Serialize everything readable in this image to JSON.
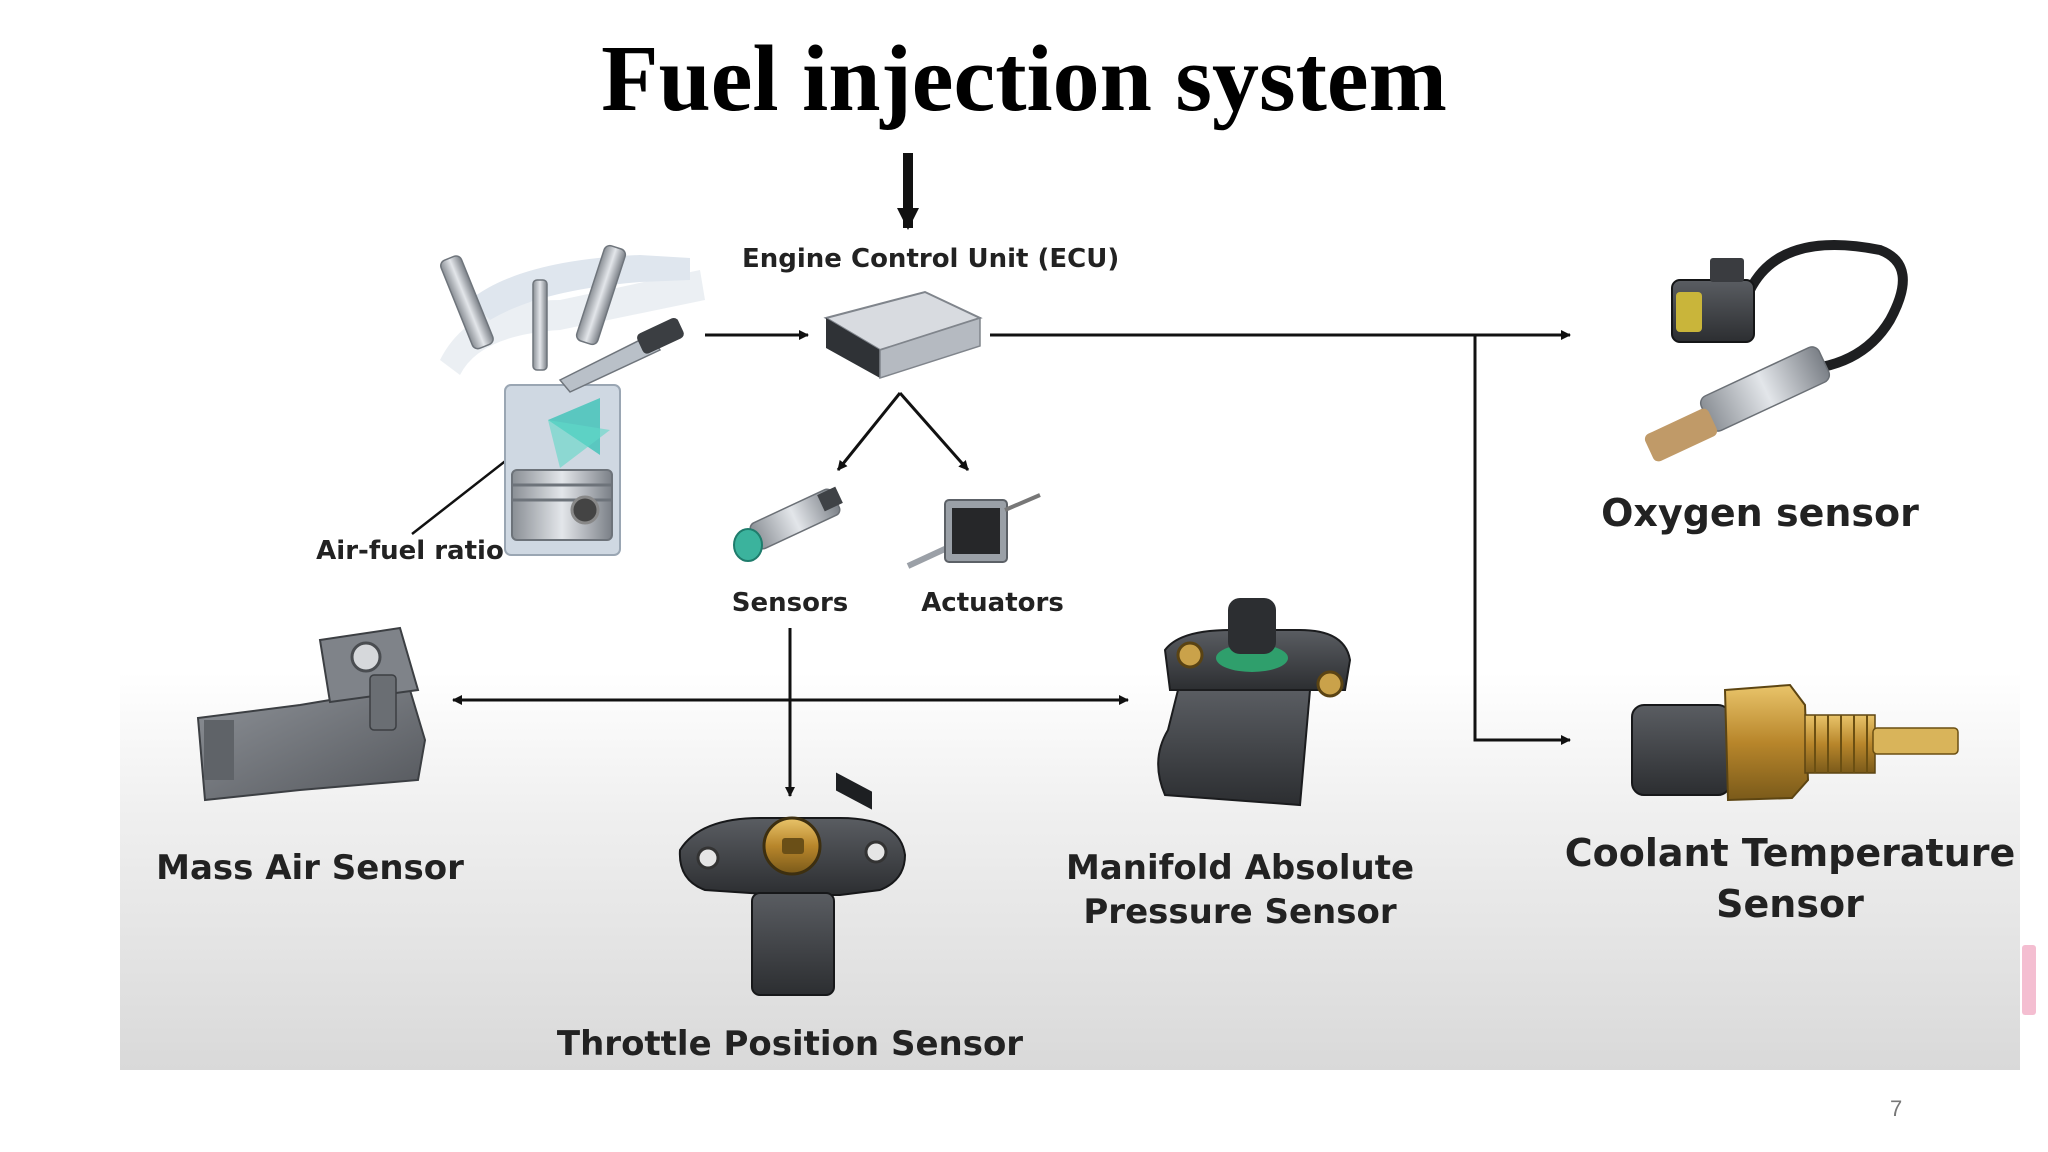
{
  "title": "Fuel injection system",
  "ecu_label": "Engine Control Unit (ECU)",
  "labels": {
    "air_fuel": "Air-fuel ratio",
    "sensors": "Sensors",
    "actuators": "Actuators",
    "oxygen": "Oxygen sensor",
    "mass_air": "Mass Air Sensor",
    "manifold_line1": "Manifold Absolute",
    "manifold_line2": "Pressure Sensor",
    "coolant_line1": "Coolant Temperature",
    "coolant_line2": "Sensor",
    "throttle": "Throttle Position Sensor"
  },
  "page_number": "7",
  "icons": [
    "engine-cylinder-icon",
    "ecu-module-icon",
    "proximity-sensor-icon",
    "stepper-motor-icon",
    "oxygen-sensor-icon",
    "mass-air-sensor-icon",
    "map-sensor-icon",
    "throttle-position-sensor-icon",
    "coolant-temperature-sensor-icon"
  ]
}
